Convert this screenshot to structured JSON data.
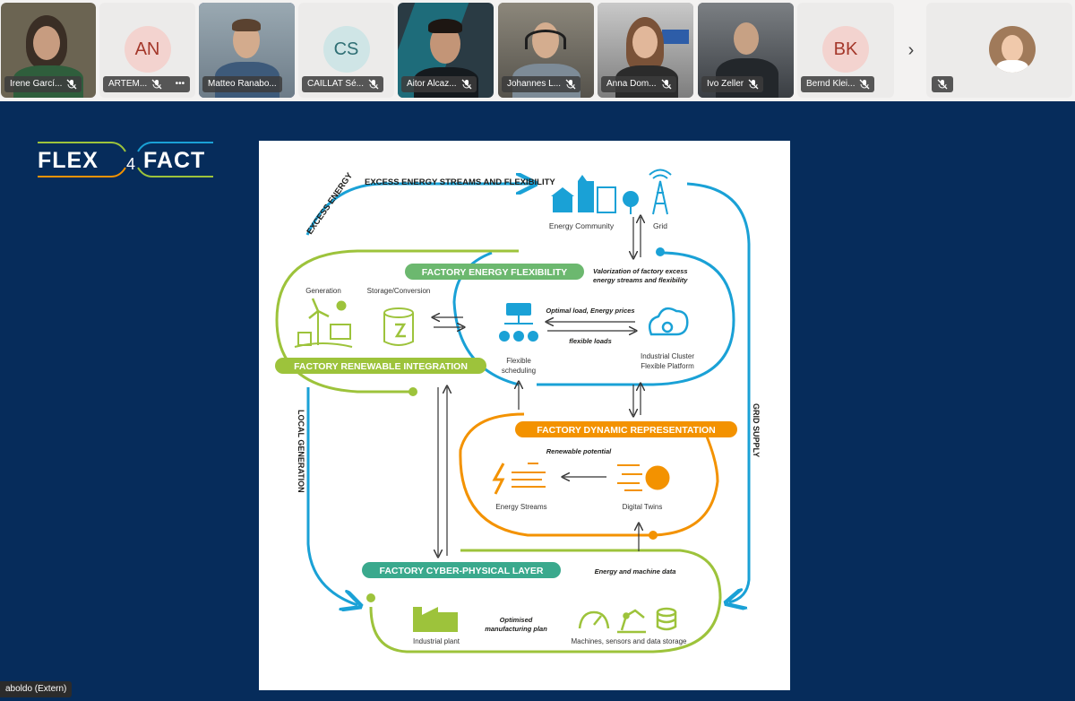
{
  "participants": [
    {
      "name": "Irene Garcí...",
      "muted": true,
      "bg": "#6b6452"
    },
    {
      "name": "ARTEM...",
      "muted": true,
      "initials": "AN",
      "avatar_color": "#f3d3cf",
      "initials_color": "#a4372a",
      "more": "•••"
    },
    {
      "name": "Matteo Ranabo...",
      "muted": false,
      "bg": "#7a8a96",
      "selected": true
    },
    {
      "name": "CAILLAT Sé...",
      "muted": true,
      "initials": "CS",
      "avatar_color": "#cfe5e6",
      "initials_color": "#2f6f74"
    },
    {
      "name": "Aitor Alcaz...",
      "muted": true,
      "bg": "#2a3b44"
    },
    {
      "name": "Johannes L...",
      "muted": true,
      "bg": "#6e6a60"
    },
    {
      "name": "Anna Dom...",
      "muted": true,
      "bg": "#8a8a8a"
    },
    {
      "name": "Ivo Zeller",
      "muted": true,
      "bg": "#4a4f55"
    },
    {
      "name": "Bernd Klei...",
      "muted": true,
      "initials": "BK",
      "avatar_color": "#f3d3cf",
      "initials_color": "#a4372a"
    }
  ],
  "more_participants_icon": "chevron-right-icon",
  "self_view": {
    "muted": true
  },
  "logo": {
    "left": "FLEX",
    "num": "4",
    "right": "FACT"
  },
  "presenter_label": "aboldo (Extern)",
  "diagram": {
    "arrow_top": "EXCESS ENERGY STREAMS AND FLEXIBILITY",
    "energy_community": "Energy Community",
    "grid": "Grid",
    "section_flex": "FACTORY  ENERGY FLEXIBILITY",
    "valorization": "Valorization of factory excess energy streams and flexibility",
    "generation": "Generation",
    "storage": "Storage/Conversion",
    "opt_load": "Optimal load, Energy prices",
    "flex_loads": "flexible loads",
    "flex_sched_1": "Flexible",
    "flex_sched_2": "scheduling",
    "cluster_1": "Industrial Cluster",
    "cluster_2": "Flexible Platform",
    "section_renew": "FACTORY  RENEWABLE INTEGRATION",
    "section_dyn": "FACTORY  DYNAMIC REPRESENTATION",
    "renew_potential": "Renewable potential",
    "energy_streams": "Energy Streams",
    "digital_twins": "Digital Twins",
    "local_gen": "LOCAL GENERATION",
    "grid_supply": "GRID SUPPLY",
    "section_cyber": "FACTORY  CYBER-PHYSICAL LAYER",
    "machine_data": "Energy and machine data",
    "optimised_1": "Optimised",
    "optimised_2": "manufacturing plan",
    "industrial_plant": "Industrial plant",
    "machines": "Machines, sensors and data storage"
  },
  "colors": {
    "stage": "#062c5b",
    "blue": "#1aa1d6",
    "green": "#9dc33b",
    "orange": "#f39200",
    "teal": "#2aa6a6"
  }
}
